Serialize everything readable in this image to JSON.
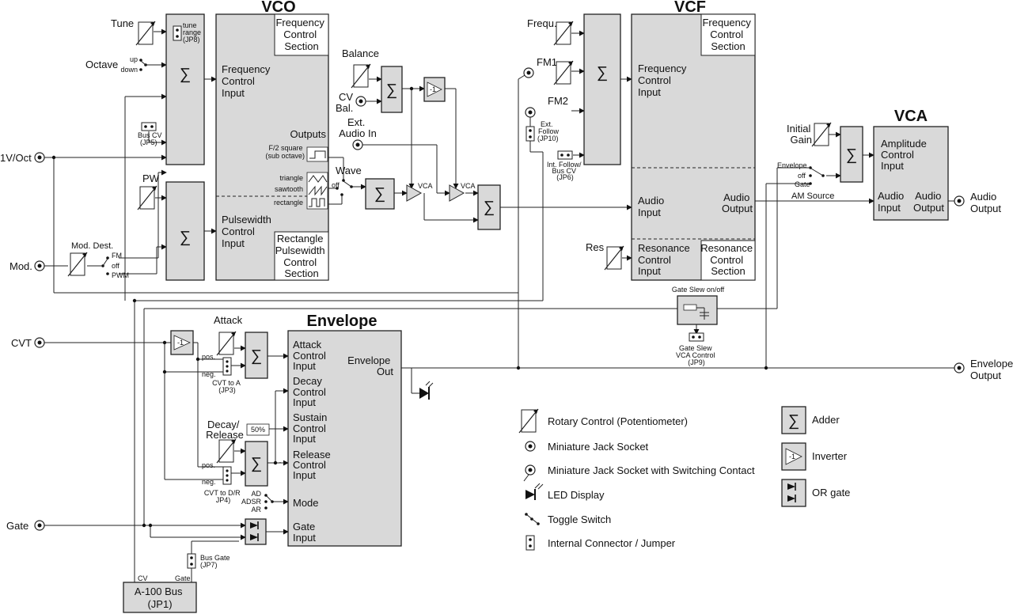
{
  "modules": {
    "vco": "VCO",
    "vcf": "VCF",
    "vca": "VCA",
    "envelope": "Envelope"
  },
  "vco": {
    "freq_section": [
      "Frequency",
      "Control",
      "Section"
    ],
    "freq_input": [
      "Frequency",
      "Control",
      "Input"
    ],
    "outputs": "Outputs",
    "f2_square": [
      "F/2 square",
      "(sub octave)"
    ],
    "triangle": "triangle",
    "sawtooth": "sawtooth",
    "rectangle": "rectangle",
    "pw_input": [
      "Pulsewidth",
      "Control",
      "Input"
    ],
    "pw_section": [
      "Rectangle",
      "Pulsewidth",
      "Control",
      "Section"
    ]
  },
  "vcf": {
    "freq_section": [
      "Frequency",
      "Control",
      "Section"
    ],
    "freq_input": [
      "Frequency",
      "Control",
      "Input"
    ],
    "audio_input": [
      "Audio",
      "Input"
    ],
    "audio_output": [
      "Audio",
      "Output"
    ],
    "res_input": [
      "Resonance",
      "Control",
      "Input"
    ],
    "res_section": [
      "Resonance",
      "Control",
      "Section"
    ]
  },
  "vca": {
    "amp_input": [
      "Amplitude",
      "Control",
      "Input"
    ],
    "audio_input": [
      "Audio",
      "Input"
    ],
    "audio_output": [
      "Audio",
      "Output"
    ]
  },
  "envelope": {
    "attack_input": [
      "Attack",
      "Control",
      "Input"
    ],
    "decay_input": [
      "Decay",
      "Control",
      "Input"
    ],
    "sustain_input": [
      "Sustain",
      "Control",
      "Input"
    ],
    "release_input": [
      "Release",
      "Control",
      "Input"
    ],
    "mode": "Mode",
    "gate_input": [
      "Gate",
      "Input"
    ],
    "env_out": [
      "Envelope",
      "Out"
    ]
  },
  "labels": {
    "tune": "Tune",
    "tune_range": [
      "tune",
      "range",
      "(JP8)"
    ],
    "octave": "Octave",
    "up": "up",
    "down": "down",
    "bus_cv": [
      "Bus CV",
      "(JP5)"
    ],
    "pw": "PW",
    "mod_dest": "Mod.  Dest.",
    "fm": "FM",
    "off": "off",
    "pwm": "PWM",
    "balance": "Balance",
    "cv_bal": [
      "CV",
      "Bal."
    ],
    "ext_audio_in": [
      "Ext.",
      "Audio In"
    ],
    "wave": "Wave",
    "wave_off": "off",
    "vca_small": "VCA",
    "inverter": "-1",
    "frequ": "Frequ.",
    "fm1": "FM1",
    "fm2": "FM2",
    "ext_follow": [
      "Ext.",
      "Follow",
      "(JP10)"
    ],
    "int_follow": [
      "Int. Follow/",
      "Bus CV",
      "(JP6)"
    ],
    "res": "Res",
    "initial_gain": [
      "Initial",
      "Gain"
    ],
    "sel_envelope": "Envelope",
    "sel_off": "off",
    "sel_gate": "Gate",
    "am_source": "AM Source",
    "gate_slew": "Gate Slew on/off",
    "gate_slew_ctrl": [
      "Gate Slew",
      "VCA Control",
      "(JP9)"
    ],
    "attack": "Attack",
    "pos": "pos.",
    "neg": "neg.",
    "cvt_to_a": [
      "CVT to A",
      "(JP3)"
    ],
    "decay_release": [
      "Decay/",
      "Release"
    ],
    "fifty": "50%",
    "cvt_to_dr": [
      "CVT to D/R",
      "JP4)"
    ],
    "ad": "AD",
    "adsr": "ADSR",
    "ar": "AR",
    "bus_gate": [
      "Bus Gate",
      "(JP7)"
    ],
    "bus_cv_lbl": "CV",
    "bus_gate_lbl": "Gate",
    "bus": [
      "A-100 Bus",
      "(JP1)"
    ]
  },
  "jacks": {
    "v_oct": "1V/Oct",
    "mod": "Mod.",
    "cvt": "CVT",
    "gate": "Gate",
    "audio_out": [
      "Audio",
      "Output"
    ],
    "env_out": [
      "Envelope",
      "Output"
    ]
  },
  "legend": {
    "pot": "Rotary Control (Potentiometer)",
    "jack": "Miniature Jack Socket",
    "jack_sw": "Miniature Jack Socket with Switching Contact",
    "led": "LED Display",
    "toggle": "Toggle Switch",
    "jumper": "Internal Connector / Jumper",
    "adder": "Adder",
    "inverter": "Inverter",
    "or_gate": "OR gate"
  },
  "symbols": {
    "sigma": "∑"
  }
}
